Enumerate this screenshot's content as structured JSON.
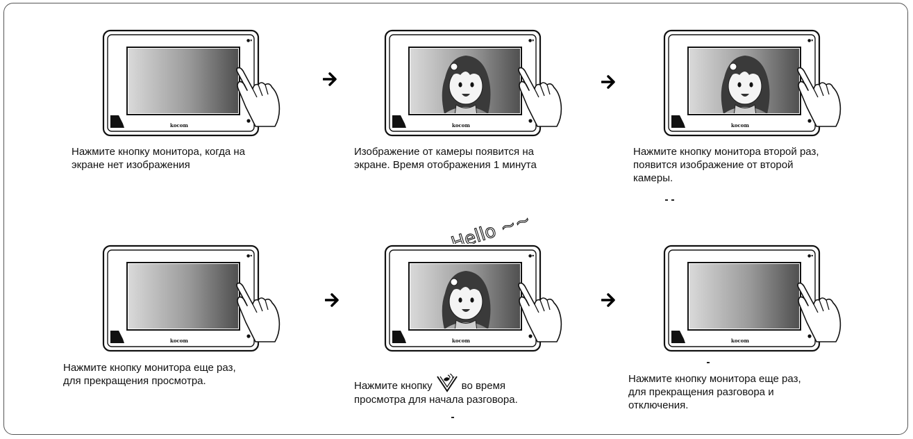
{
  "brand": "kocom",
  "steps": [
    {
      "lines": [
        "Нажмите кнопку монитора, когда на",
        "экране нет изображения"
      ],
      "screen": "off"
    },
    {
      "lines": [
        "Изображение от камеры появится на",
        "экране. Время отображения 1 минута"
      ],
      "screen": "on"
    },
    {
      "lines": [
        "Нажмите кнопку монитора второй раз,",
        "появится изображение от второй",
        "камеры."
      ],
      "screen": "on"
    },
    {
      "lines": [
        "Нажмите кнопку монитора еще раз,",
        "для прекращения просмотра."
      ],
      "screen": "off"
    },
    {
      "line1_before": "Нажмите кнопку",
      "line1_after": "во время",
      "line2": "просмотра для начала разговора.",
      "screen": "on"
    },
    {
      "lines": [
        "Нажмите кнопку монитора еще раз,",
        "для прекращения разговора и",
        "отключения."
      ],
      "screen": "off"
    }
  ],
  "speech": "Hello ~~",
  "icons": [
    "monitor-icon",
    "pointing-hand-icon",
    "arrow-right-icon",
    "talk-button-icon"
  ]
}
